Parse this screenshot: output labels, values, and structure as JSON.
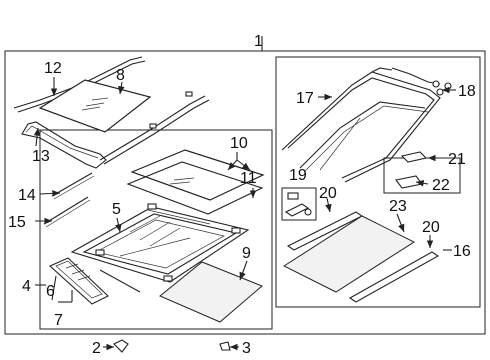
{
  "callouts": {
    "c1": "1",
    "c2": "2",
    "c3": "3",
    "c4": "4",
    "c5": "5",
    "c6": "6",
    "c7": "7",
    "c8": "8",
    "c9": "9",
    "c10": "10",
    "c11": "11",
    "c12": "12",
    "c13": "13",
    "c14": "14",
    "c15": "15",
    "c16": "16",
    "c17": "17",
    "c18": "18",
    "c19": "19",
    "c20a": "20",
    "c20b": "20",
    "c21": "21",
    "c22": "22",
    "c23": "23"
  }
}
